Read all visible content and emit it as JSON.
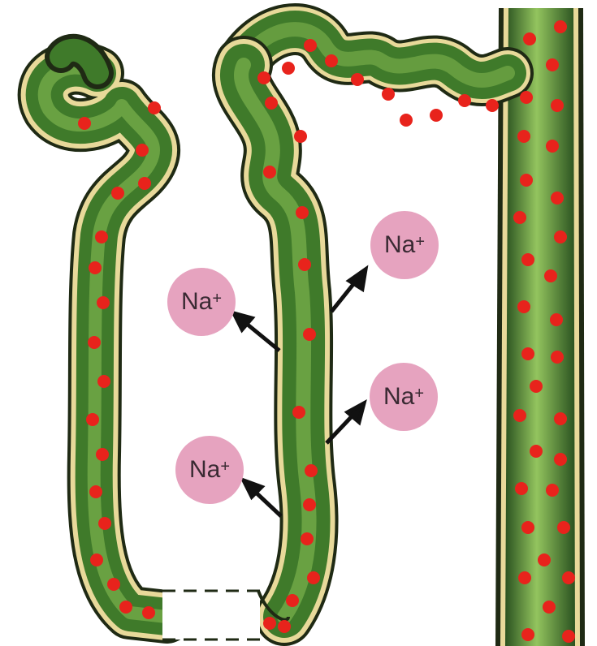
{
  "colors": {
    "background": "#ffffff",
    "tubule_dark": "#2f5a22",
    "tubule_mid": "#4f8a32",
    "tubule_light": "#8fbf5a",
    "wall": "#e8d99a",
    "outline": "#1f2a14",
    "dot": "#e8231c",
    "ion_fill": "#e6a3bf",
    "arrow": "#111111"
  },
  "ions": [
    {
      "symbol": "Na",
      "charge": "+"
    },
    {
      "symbol": "Na",
      "charge": "+"
    },
    {
      "symbol": "Na",
      "charge": "+"
    },
    {
      "symbol": "Na",
      "charge": "+"
    }
  ]
}
